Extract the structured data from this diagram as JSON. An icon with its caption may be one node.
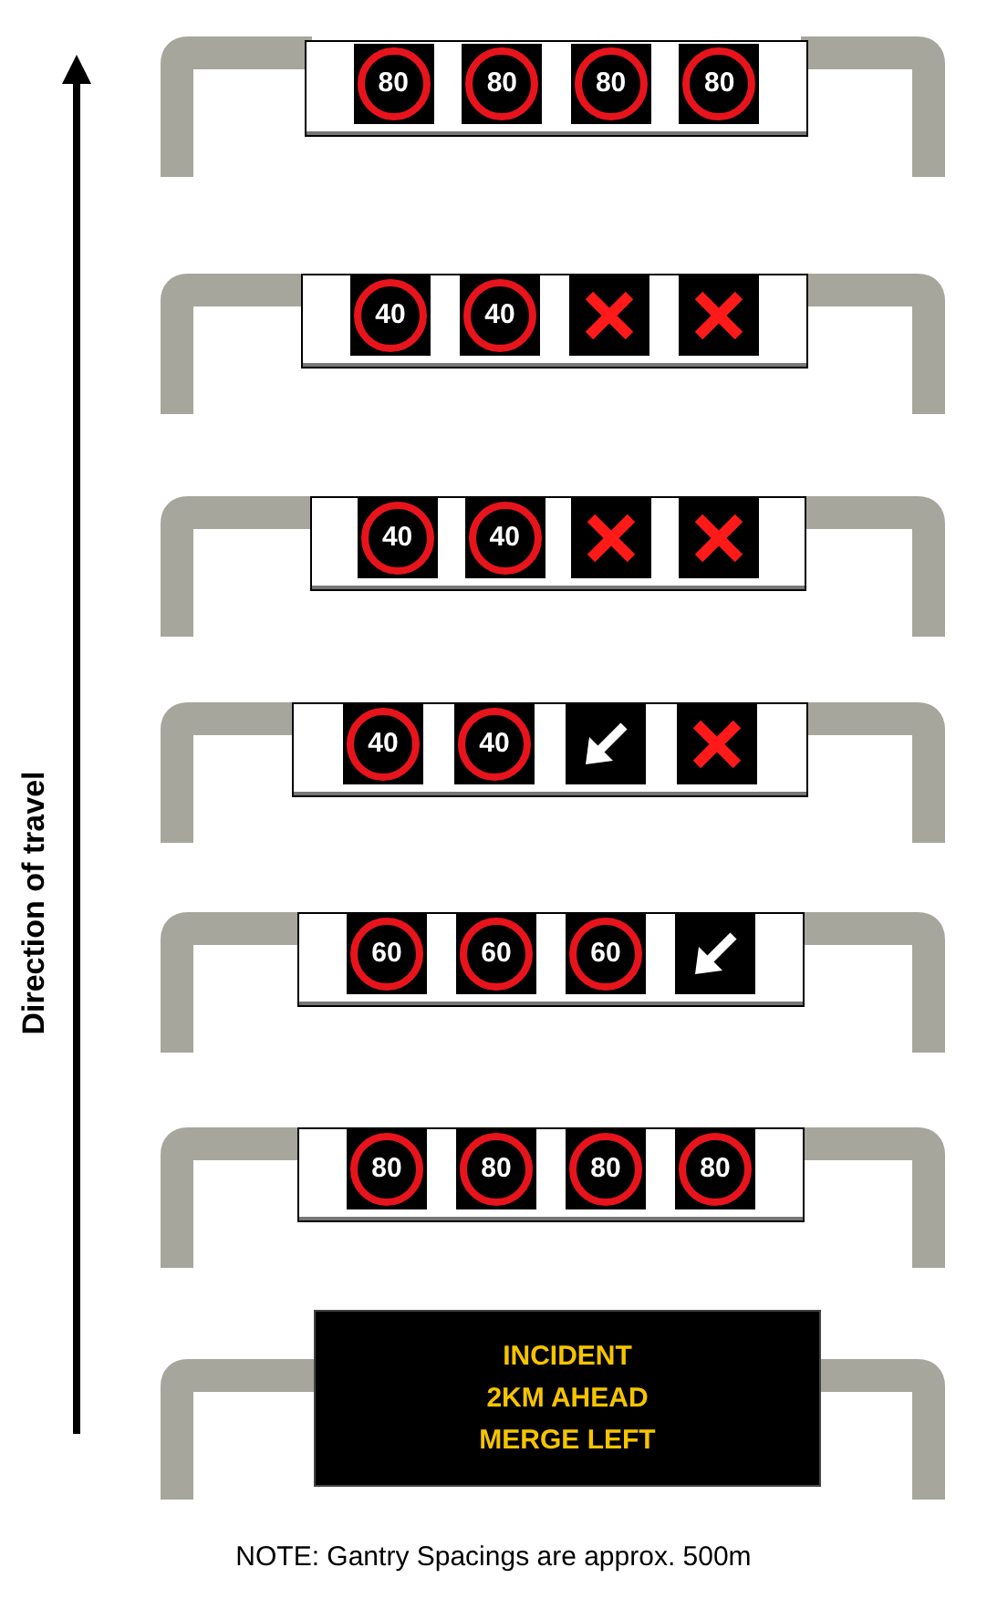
{
  "diagram": {
    "caption": "NOTE: Gantry Spacings are approx. 500m",
    "nodes": [
      {
        "text": [],
        "shape": "bar"
      },
      {
        "text": [
          "80"
        ],
        "in": 0
      },
      {
        "text": [
          "80"
        ],
        "in": 0
      },
      {
        "text": [
          "80"
        ],
        "in": 0
      },
      {
        "text": [
          "80"
        ],
        "in": 0
      },
      {
        "text": [],
        "shape": "bar"
      },
      {
        "text": [
          "40"
        ],
        "in": 5
      },
      {
        "text": [
          "40"
        ],
        "in": 5
      },
      {
        "text": [],
        "shape": "cross",
        "in": 5
      },
      {
        "text": [],
        "shape": "cross",
        "in": 5
      },
      {
        "text": [],
        "shape": "bar"
      },
      {
        "text": [
          "40"
        ],
        "in": 10
      },
      {
        "text": [
          "40"
        ],
        "in": 10
      },
      {
        "text": [],
        "shape": "cross",
        "in": 10
      },
      {
        "text": [],
        "shape": "cross",
        "in": 10
      },
      {
        "text": [],
        "shape": "bar"
      },
      {
        "text": [
          "40"
        ],
        "in": 15
      },
      {
        "text": [
          "40"
        ],
        "in": 15
      },
      {
        "text": [],
        "shape": "arrow",
        "in": 15
      },
      {
        "text": [],
        "shape": "cross",
        "in": 15
      },
      {
        "text": [],
        "shape": "bar"
      },
      {
        "text": [
          "60"
        ],
        "in": 20
      },
      {
        "text": [
          "60"
        ],
        "in": 20
      },
      {
        "text": [
          "60"
        ],
        "in": 20
      },
      {
        "text": [],
        "shape": "arrow",
        "in": 20
      },
      {
        "text": [],
        "shape": "bar"
      },
      {
        "text": [
          "80"
        ],
        "in": 25
      },
      {
        "text": [
          "80"
        ],
        "in": 25
      },
      {
        "text": [
          "80"
        ],
        "in": 25
      },
      {
        "text": [
          "80"
        ],
        "in": 25
      },
      {
        "text": [
          "INCIDENT 2KM AHEAD MERGE LEFT"
        ]
      }
    ],
    "labels": [
      "Direction of travel"
    ]
  }
}
